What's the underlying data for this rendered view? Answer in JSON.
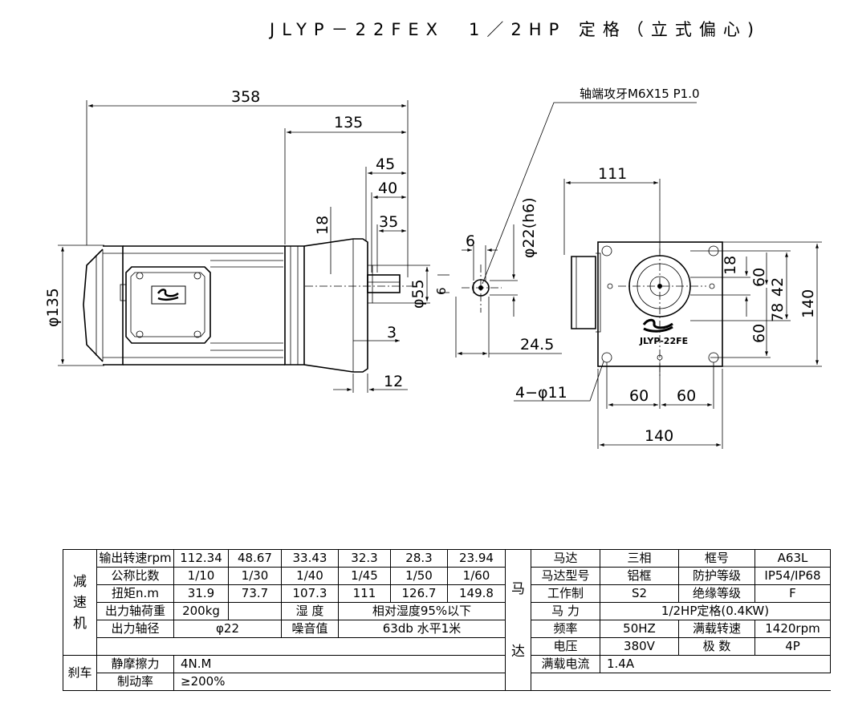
{
  "title": "JLYP－22FEX　1／2HP 定格（立式偏心)",
  "dimensions": {
    "overall_length": "358",
    "gear_length": "135",
    "shaft_45": "45",
    "shaft_40": "40",
    "shaft_35": "35",
    "shaft_18": "18",
    "diameter_135": "φ135",
    "diameter_55": "φ55",
    "key_6_side": "6",
    "dim_3": "3",
    "dim_12": "12",
    "key_width_6": "6",
    "shaft_dia": "φ22(h6)",
    "key_depth": "24.5",
    "thread_note": "轴端攻牙M6X15 P1.0",
    "front_111": "111",
    "v18": "18",
    "v60a": "60",
    "v42": "42",
    "v78": "78",
    "v60b": "60",
    "v140": "140",
    "holes": "4−φ11",
    "h60a": "60",
    "h60b": "60",
    "h140": "140",
    "nameplate": "JLYP-22FE"
  },
  "reducer": {
    "group_label": "减\n速\n机",
    "rows": [
      {
        "label": "输出转速rpm",
        "values": [
          "112.34",
          "48.67",
          "33.43",
          "32.3",
          "28.3",
          "23.94"
        ]
      },
      {
        "label": "公称比数",
        "values": [
          "1/10",
          "1/30",
          "1/40",
          "1/45",
          "1/50",
          "1/60"
        ]
      },
      {
        "label": "扭矩n.m",
        "values": [
          "31.9",
          "73.7",
          "107.3",
          "111",
          "126.7",
          "149.8"
        ]
      }
    ],
    "load_label": "出力轴荷重",
    "load_value": "200kg",
    "humidity_label": "湿 度",
    "humidity_value": "相对湿度95%以下",
    "shaft_label": "出力轴径",
    "shaft_value": "φ22",
    "noise_label": "噪音值",
    "noise_value": "63db 水平1米"
  },
  "brake": {
    "group_label": "刹车",
    "static_label": "静摩擦力",
    "static_value": "4N.M",
    "rate_label": "制动率",
    "rate_value": "≥200%"
  },
  "motor": {
    "group_label": "马\n\n\n达",
    "rows": [
      [
        "马达",
        "三相",
        "框号",
        "A63L"
      ],
      [
        "马达型号",
        "铝框",
        "防护等级",
        "IP54/IP68"
      ],
      [
        "工作制",
        "S2",
        "绝缘等级",
        "F"
      ]
    ],
    "power_label": "马 力",
    "power_value": "1/2HP定格(0.4KW)",
    "freq_row": [
      "频率",
      "50HZ",
      "满载转速",
      "1420rpm"
    ],
    "volt_row": [
      "电压",
      "380V",
      "极 数",
      "4P"
    ],
    "current_label": "满载电流",
    "current_value": "1.4A"
  }
}
